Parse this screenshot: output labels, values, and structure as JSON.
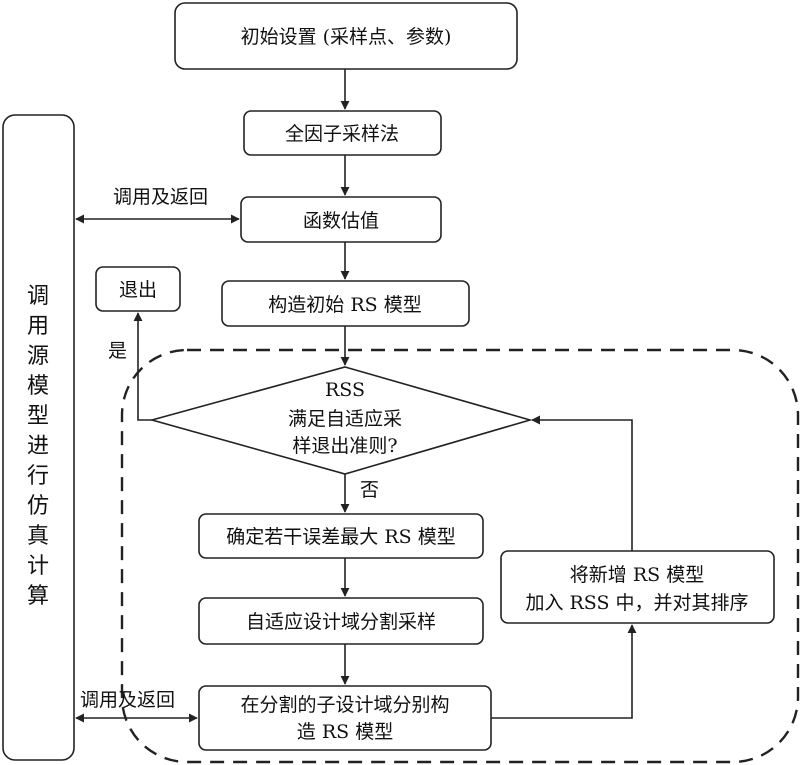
{
  "nodes": {
    "init": "初始设置 (采样点、参数)",
    "full_factorial": "全因子采样法",
    "func_eval": "函数估值",
    "build_rs": "构造初始 RS 模型",
    "exit": "退出",
    "decision_line1": "RSS",
    "decision_line2": "满足自适应采",
    "decision_line3": "样退出准则?",
    "select_rs": "确定若干误差最大 RS 模型",
    "adaptive_sampling": "自适应设计域分割采样",
    "sub_rs_line1": "在分割的子设计域分别构",
    "sub_rs_line2": "造 RS 模型",
    "add_rs_line1": "将新增 RS 模型",
    "add_rs_line2": "加入 RSS 中，并对其排序",
    "side_box": [
      "调",
      "用",
      "源",
      "模",
      "型",
      "进",
      "行",
      "仿",
      "真",
      "计",
      "算"
    ]
  },
  "labels": {
    "call_return_top": "调用及返回",
    "call_return_bottom": "调用及返回",
    "yes": "是",
    "no": "否"
  }
}
